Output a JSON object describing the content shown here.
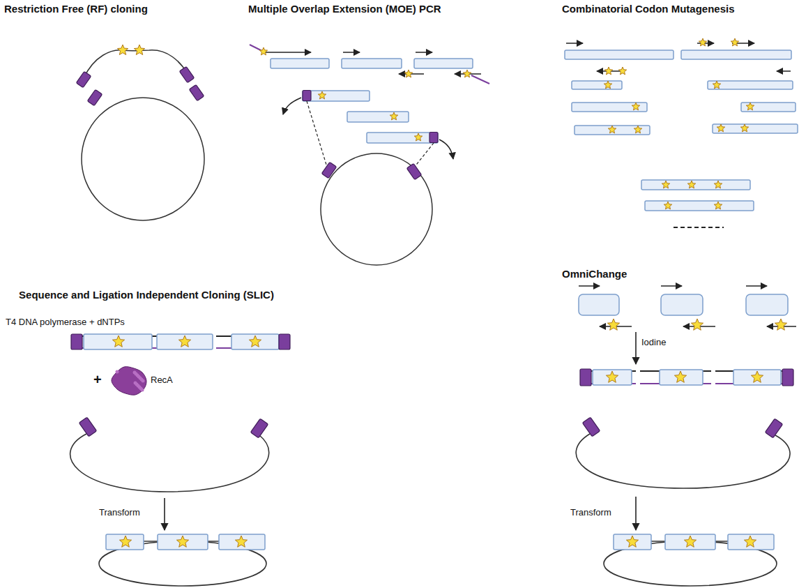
{
  "diagram": {
    "labels": [
      "Restriction Free (RF) cloning",
      "Multiple Overlap Extension (MOE) PCR",
      "Combinatorial Codon Mutagenesis",
      "Sequence and Ligation Independent Cloning (SLIC)",
      "T4 DNA polymerase + dNTPs",
      "+",
      "RecA",
      "Transform",
      "OmniChange",
      "Iodine",
      "Transform"
    ]
  }
}
